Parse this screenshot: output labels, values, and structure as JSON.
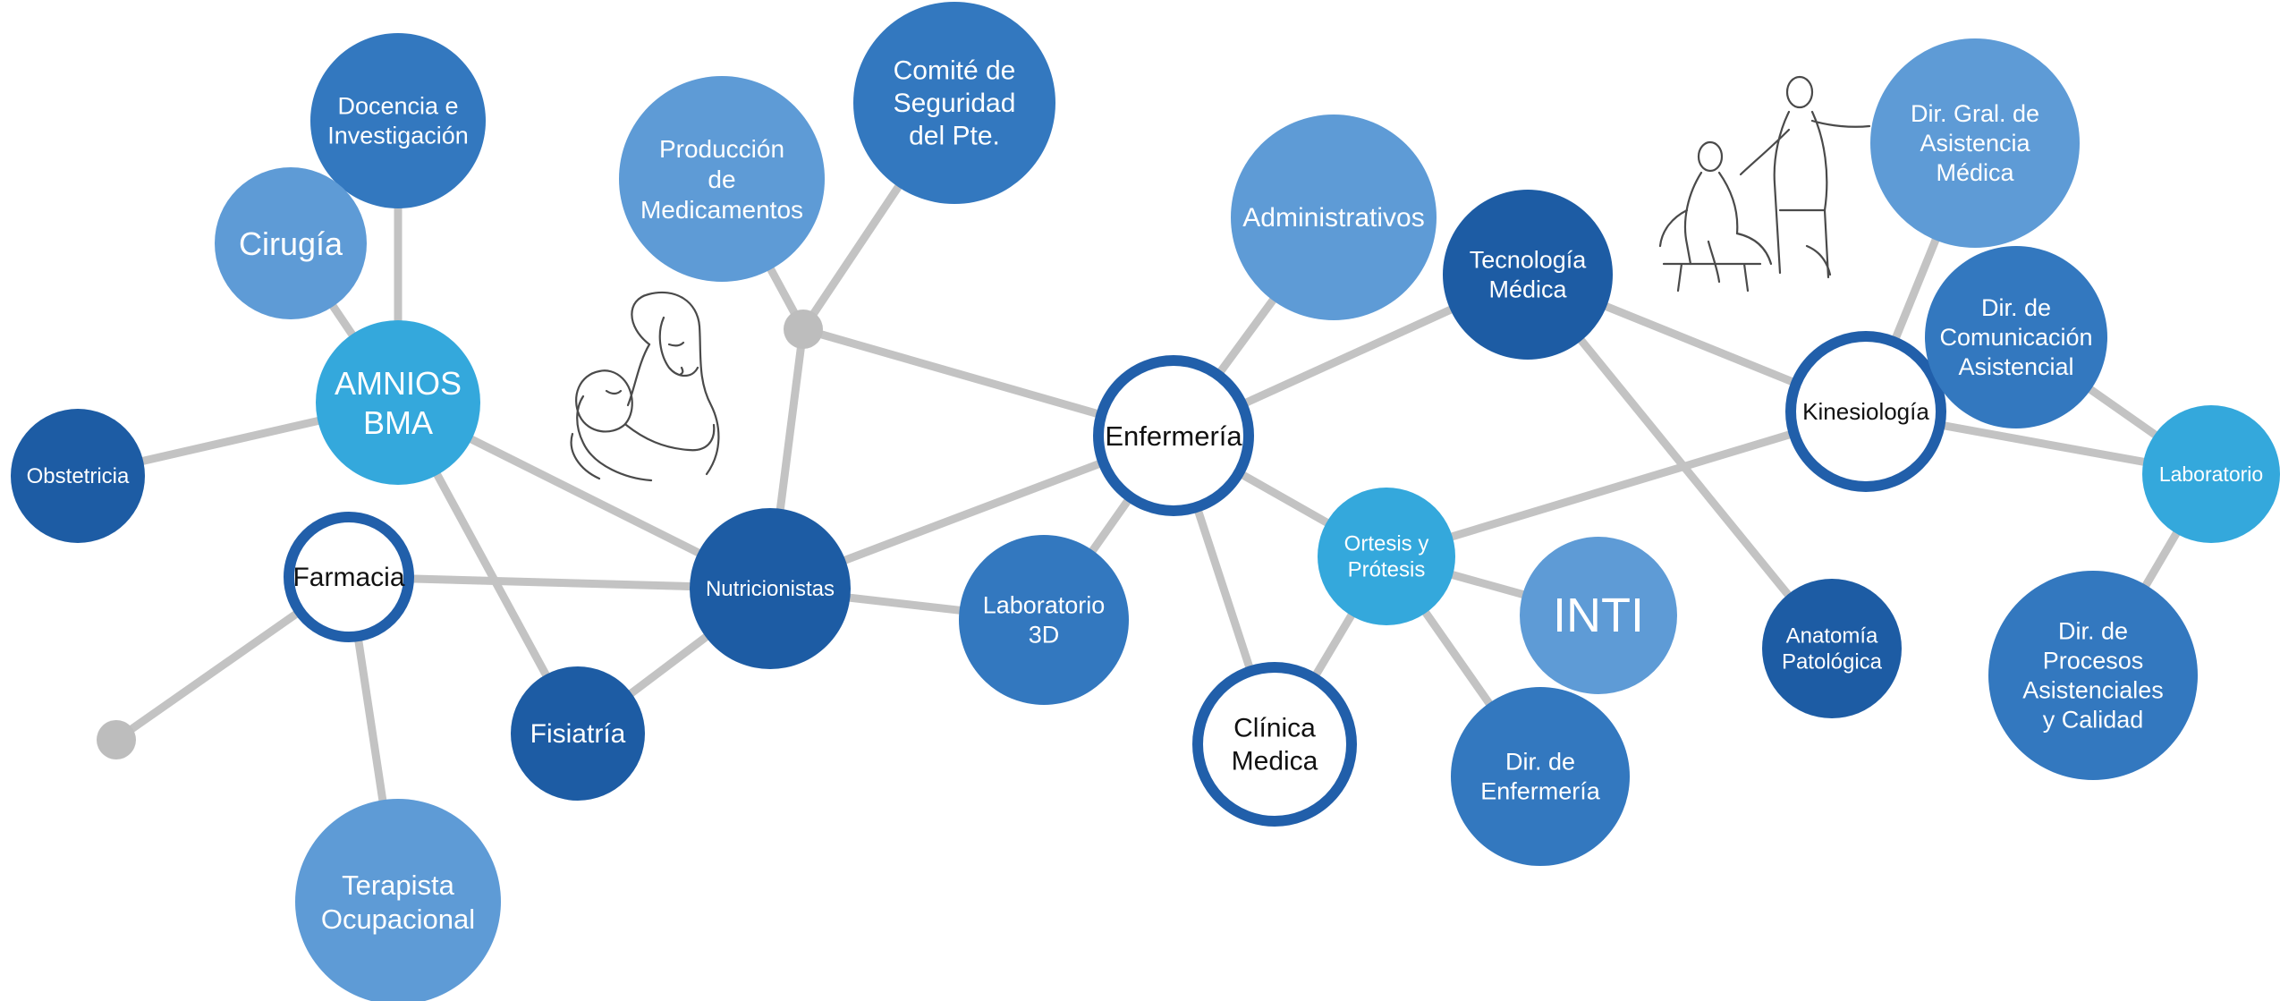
{
  "palette": {
    "dark": "#1d5ca4",
    "mid": "#3378bf",
    "light": "#5e9bd6",
    "cyan": "#34a8dc",
    "ring": "#215faa",
    "edge": "#c3c3c3",
    "junction": "#bdbdbd"
  },
  "nodes": [
    {
      "id": "docencia",
      "label": "Docencia e Investigación",
      "style": "mid"
    },
    {
      "id": "cirugia",
      "label": "Cirugía",
      "style": "light"
    },
    {
      "id": "amnios",
      "label": "AMNIOS BMA",
      "style": "cyan"
    },
    {
      "id": "obstetricia",
      "label": "Obstetricia",
      "style": "dark"
    },
    {
      "id": "farmacia",
      "label": "Farmacia",
      "style": "ring"
    },
    {
      "id": "fisiatria",
      "label": "Fisiatría",
      "style": "dark"
    },
    {
      "id": "terapista",
      "label": "Terapista Ocupacional",
      "style": "light"
    },
    {
      "id": "produccion",
      "label": "Producción de Medicamentos",
      "style": "light"
    },
    {
      "id": "comite",
      "label": "Comité de Seguridad del Pte.",
      "style": "mid"
    },
    {
      "id": "nutricionistas",
      "label": "Nutricionistas",
      "style": "dark"
    },
    {
      "id": "lab3d",
      "label": "Laboratorio 3D",
      "style": "mid"
    },
    {
      "id": "enfermeria",
      "label": "Enfermería",
      "style": "ring"
    },
    {
      "id": "administrativos",
      "label": "Administrativos",
      "style": "light"
    },
    {
      "id": "tecnologia",
      "label": "Tecnología Médica",
      "style": "dark"
    },
    {
      "id": "ortesis",
      "label": "Ortesis y Prótesis",
      "style": "cyan"
    },
    {
      "id": "clinica",
      "label": "Clínica Medica",
      "style": "ring"
    },
    {
      "id": "inti",
      "label": "INTI",
      "style": "light"
    },
    {
      "id": "direnfermeria",
      "label": "Dir. de Enfermería",
      "style": "mid"
    },
    {
      "id": "anatomia",
      "label": "Anatomía Patológica",
      "style": "dark"
    },
    {
      "id": "kinesiologia",
      "label": "Kinesiología",
      "style": "ring"
    },
    {
      "id": "dirgral",
      "label": "Dir. Gral. de Asistencia Médica",
      "style": "light"
    },
    {
      "id": "dircom",
      "label": "Dir. de Comunicación Asistencial",
      "style": "mid"
    },
    {
      "id": "laboratorio",
      "label": "Laboratorio",
      "style": "cyan"
    },
    {
      "id": "dirprocesos",
      "label": "Dir. de Procesos Asistenciales y Calidad",
      "style": "mid"
    }
  ],
  "junctions": [
    "j1",
    "j2"
  ],
  "edges": [
    [
      "docencia",
      "amnios"
    ],
    [
      "cirugia",
      "amnios"
    ],
    [
      "amnios",
      "obstetricia"
    ],
    [
      "amnios",
      "nutricionistas"
    ],
    [
      "amnios",
      "fisiatria"
    ],
    [
      "farmacia",
      "j2"
    ],
    [
      "farmacia",
      "terapista"
    ],
    [
      "farmacia",
      "nutricionistas"
    ],
    [
      "fisiatria",
      "nutricionistas"
    ],
    [
      "nutricionistas",
      "lab3d"
    ],
    [
      "nutricionistas",
      "j1"
    ],
    [
      "nutricionistas",
      "enfermeria"
    ],
    [
      "produccion",
      "j1"
    ],
    [
      "comite",
      "j1"
    ],
    [
      "j1",
      "enfermeria"
    ],
    [
      "lab3d",
      "enfermeria"
    ],
    [
      "enfermeria",
      "administrativos"
    ],
    [
      "enfermeria",
      "tecnologia"
    ],
    [
      "enfermeria",
      "ortesis"
    ],
    [
      "enfermeria",
      "clinica"
    ],
    [
      "tecnologia",
      "kinesiologia"
    ],
    [
      "tecnologia",
      "anatomia"
    ],
    [
      "ortesis",
      "clinica"
    ],
    [
      "ortesis",
      "inti"
    ],
    [
      "ortesis",
      "direnfermeria"
    ],
    [
      "ortesis",
      "kinesiologia"
    ],
    [
      "kinesiologia",
      "dirgral"
    ],
    [
      "kinesiologia",
      "dircom"
    ],
    [
      "kinesiologia",
      "laboratorio"
    ],
    [
      "dircom",
      "laboratorio"
    ],
    [
      "laboratorio",
      "dirprocesos"
    ]
  ],
  "illustrations": [
    {
      "id": "mother-baby",
      "icon": "mother-baby-sketch-icon"
    },
    {
      "id": "caregiver-patient",
      "icon": "caregiver-patient-sketch-icon"
    }
  ]
}
